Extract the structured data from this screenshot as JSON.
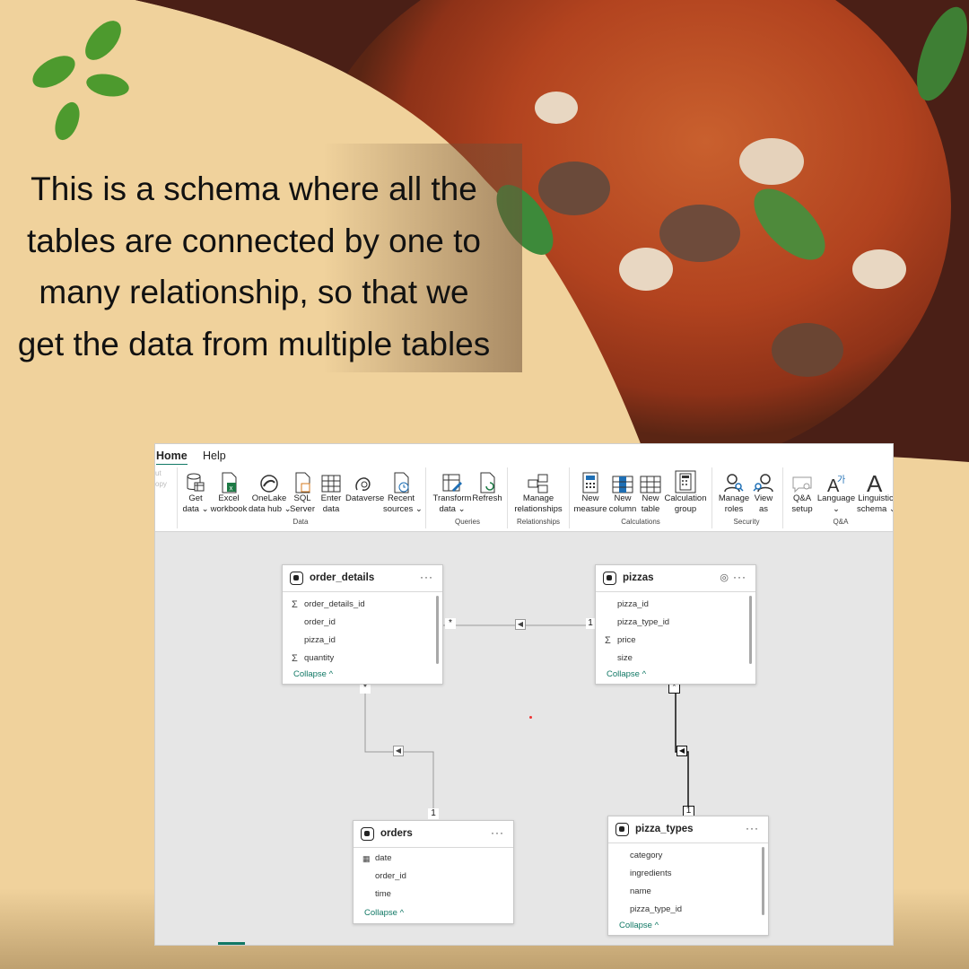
{
  "caption": "This is a schema where all the tables are connected by one to many relationship, so that we get the data from multiple tables",
  "colors": {
    "accent": "#117865",
    "background": "#f0d29c",
    "pizza_dark": "#4a1f16"
  },
  "window": {
    "tabs": [
      "Home",
      "Help"
    ],
    "clipboard_fragments": [
      "ut",
      "opy"
    ],
    "ribbon": {
      "buttons": [
        {
          "label": "Get\ndata ⌄",
          "icon": "get-data-icon"
        },
        {
          "label": "Excel\nworkbook",
          "icon": "excel-icon"
        },
        {
          "label": "OneLake\ndata hub ⌄",
          "icon": "onelake-icon"
        },
        {
          "label": "SQL\nServer",
          "icon": "sql-server-icon"
        },
        {
          "label": "Enter\ndata",
          "icon": "enter-data-icon"
        },
        {
          "label": "Dataverse",
          "icon": "dataverse-icon"
        },
        {
          "label": "Recent\nsources ⌄",
          "icon": "recent-sources-icon"
        },
        {
          "label": "Transform\ndata ⌄",
          "icon": "transform-data-icon"
        },
        {
          "label": "Refresh",
          "icon": "refresh-icon"
        },
        {
          "label": "Manage\nrelationships",
          "icon": "relationships-icon"
        },
        {
          "label": "New\nmeasure",
          "icon": "new-measure-icon"
        },
        {
          "label": "New\ncolumn",
          "icon": "new-column-icon"
        },
        {
          "label": "New\ntable",
          "icon": "new-table-icon"
        },
        {
          "label": "Calculation\ngroup",
          "icon": "calculation-group-icon"
        },
        {
          "label": "Manage\nroles",
          "icon": "manage-roles-icon"
        },
        {
          "label": "View\nas",
          "icon": "view-as-icon"
        },
        {
          "label": "Q&A\nsetup",
          "icon": "qa-setup-icon"
        },
        {
          "label": "Language\n⌄",
          "icon": "language-icon"
        },
        {
          "label": "Linguistic\nschema ⌄",
          "icon": "linguistic-schema-icon"
        }
      ],
      "groups": [
        "Data",
        "Queries",
        "Relationships",
        "Calculations",
        "Security",
        "Q&A"
      ]
    },
    "tables": {
      "order_details": {
        "title": "order_details",
        "fields": [
          {
            "name": "order_details_id",
            "sigma": true
          },
          {
            "name": "order_id",
            "sigma": false
          },
          {
            "name": "pizza_id",
            "sigma": false
          },
          {
            "name": "quantity",
            "sigma": true
          }
        ],
        "collapse": "Collapse ^"
      },
      "pizzas": {
        "title": "pizzas",
        "fields": [
          {
            "name": "pizza_id",
            "sigma": false
          },
          {
            "name": "pizza_type_id",
            "sigma": false
          },
          {
            "name": "price",
            "sigma": true
          },
          {
            "name": "size",
            "sigma": false
          }
        ],
        "collapse": "Collapse ^"
      },
      "orders": {
        "title": "orders",
        "fields": [
          {
            "name": "date",
            "calendar": true
          },
          {
            "name": "order_id"
          },
          {
            "name": "time"
          }
        ],
        "collapse": "Collapse ^"
      },
      "pizza_types": {
        "title": "pizza_types",
        "fields": [
          {
            "name": "category"
          },
          {
            "name": "ingredients"
          },
          {
            "name": "name"
          },
          {
            "name": "pizza_type_id"
          }
        ],
        "collapse": "Collapse ^"
      }
    },
    "relationships": {
      "many": "*",
      "one": "1",
      "direction": "◀"
    },
    "menu_dots": "···",
    "sigma": "Σ",
    "eye": "👁"
  }
}
